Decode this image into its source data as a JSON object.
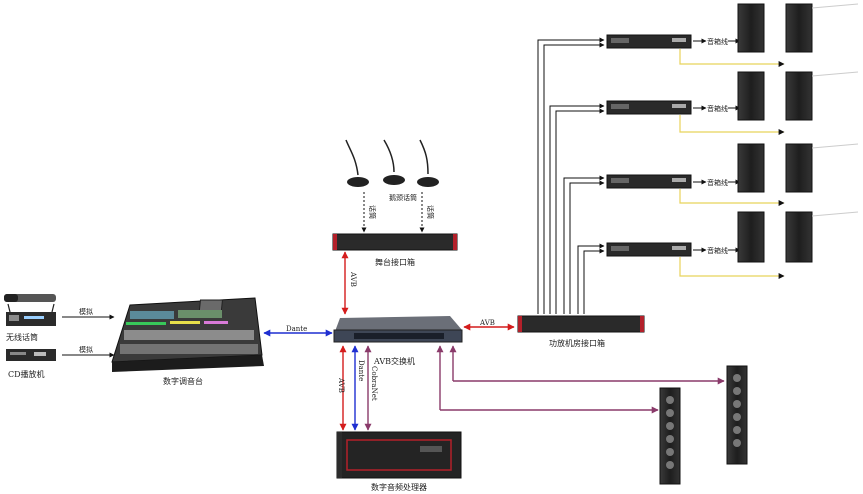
{
  "labels": {
    "wireless_mic": "无线话筒",
    "cd_player": "CD播放机",
    "analog_1": "模拟",
    "analog_2": "模拟",
    "mixer": "数字调音台",
    "dante_link": "Dante",
    "switch": "AVB交换机",
    "stage_box": "舞台接口箱",
    "gooseneck_mic": "鹅颈话筒",
    "mic_link_1": "话筒",
    "mic_link_2": "话筒",
    "avb_stage": "AVB",
    "avb_amp": "AVB",
    "amp_box": "功放机房接口箱",
    "avb_proc": "AVB",
    "dante_proc": "Dante",
    "cobranet_proc": "CobraNet",
    "processor": "数字音频处理器",
    "speaker_line_1": "音箱线",
    "speaker_line_2": "音箱线",
    "speaker_line_3": "音箱线",
    "speaker_line_4": "音箱线"
  },
  "colors": {
    "red_arrow": "#d41c1c",
    "blue_arrow": "#1f2fd1",
    "purple_line": "#8a3a6a",
    "yellow_line": "#e8d35a",
    "device_dark": "#2a2a2a",
    "device_red_trim": "#b3202a"
  }
}
